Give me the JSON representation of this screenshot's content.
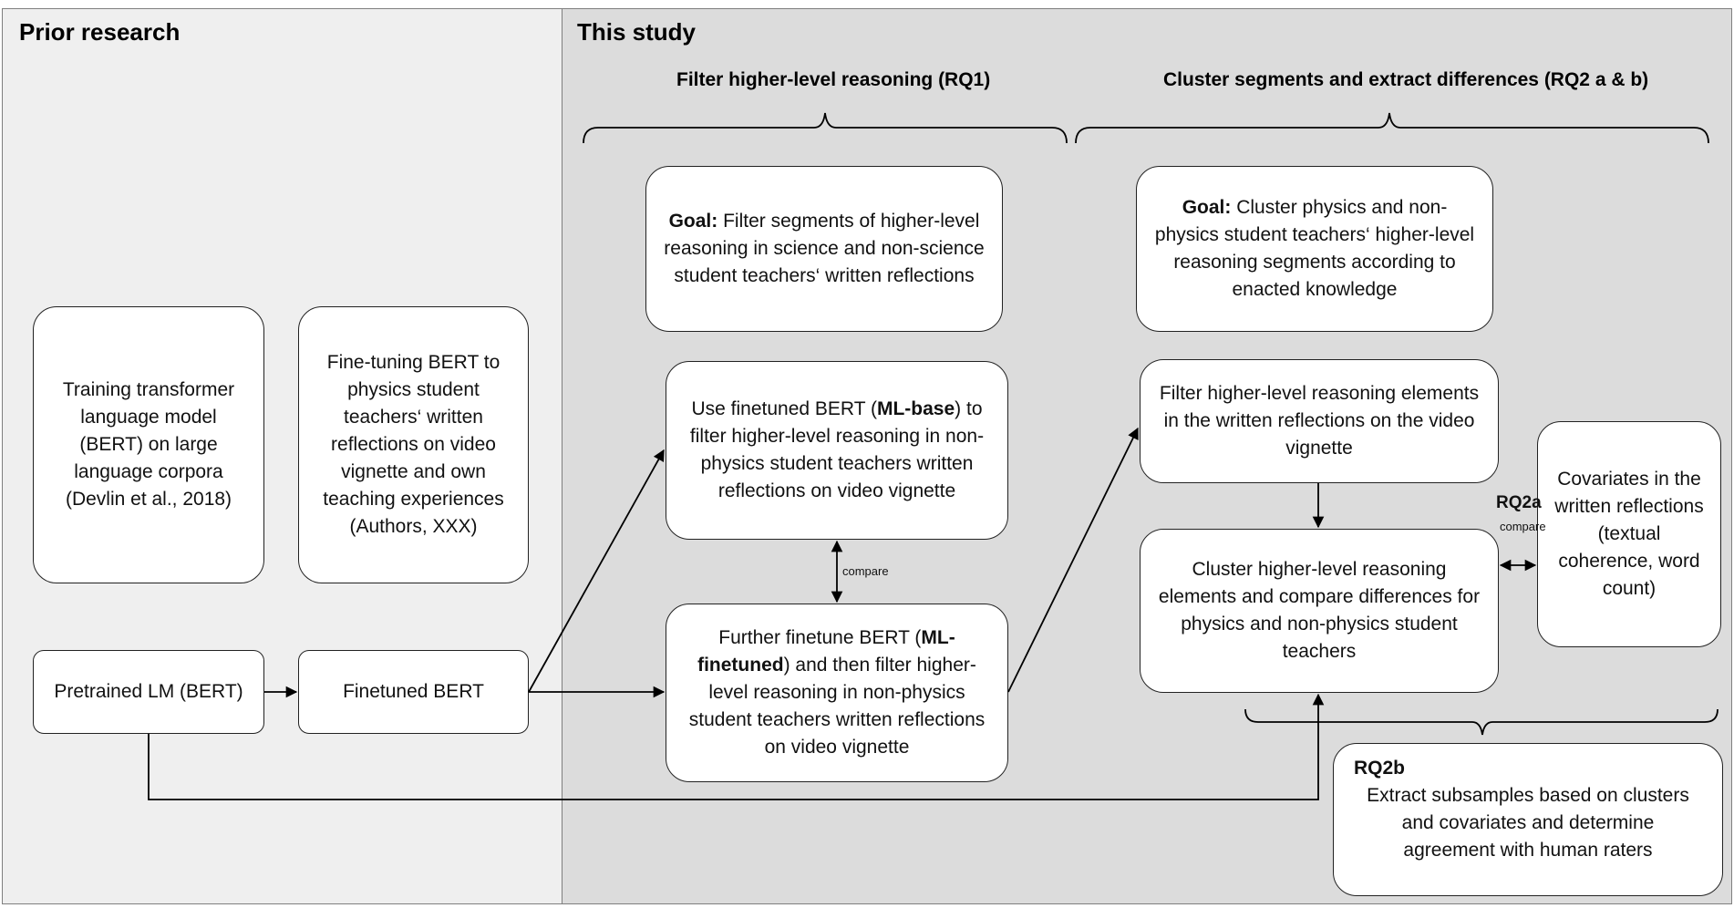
{
  "panels": {
    "prior": {
      "title": "Prior research"
    },
    "study": {
      "title": "This study"
    }
  },
  "sections": {
    "rq1": "Filter higher-level reasoning (RQ1)",
    "rq2": "Cluster segments and extract differences (RQ2 a & b)"
  },
  "boxes": {
    "training": "Training transformer language model (BERT) on large language corpora (Devlin et al., 2018)",
    "finetuning": "Fine-tuning BERT to physics student teachers‘ written reflections on video vignette and own teaching experiences (Authors, XXX)",
    "pretrained": "Pretrained LM (BERT)",
    "finetuned": "Finetuned BERT",
    "goal1_label": "Goal:",
    "goal1_text": " Filter segments of higher-level reasoning in science and non-science student teachers‘ written reflections",
    "mlbase_pre": "Use finetuned BERT (",
    "mlbase_bold": "ML-base",
    "mlbase_post": ") to filter higher-level reasoning in non-physics student teachers written reflections on video vignette",
    "mlfine_pre": "Further finetune BERT (",
    "mlfine_bold": "ML-finetuned",
    "mlfine_post": ") and then filter higher-level reasoning in non-physics student teachers written reflections on video vignette",
    "goal2_label": "Goal:",
    "goal2_text": " Cluster physics and non-physics student teachers‘ higher-level reasoning segments according to enacted knowledge",
    "filter_elements": "Filter higher-level reasoning elements in the written reflections on the video vignette",
    "cluster": "Cluster higher-level reasoning elements and compare differences for physics and non-physics student teachers",
    "covariates": "Covariates in the written reflections (textual coherence, word count)",
    "rq2b_title": "RQ2b",
    "rq2b_text": "Extract subsamples based on clusters and covariates and determine agreement with human raters"
  },
  "labels": {
    "compare1": "compare",
    "rq2a": "RQ2a",
    "compare2": "compare"
  }
}
